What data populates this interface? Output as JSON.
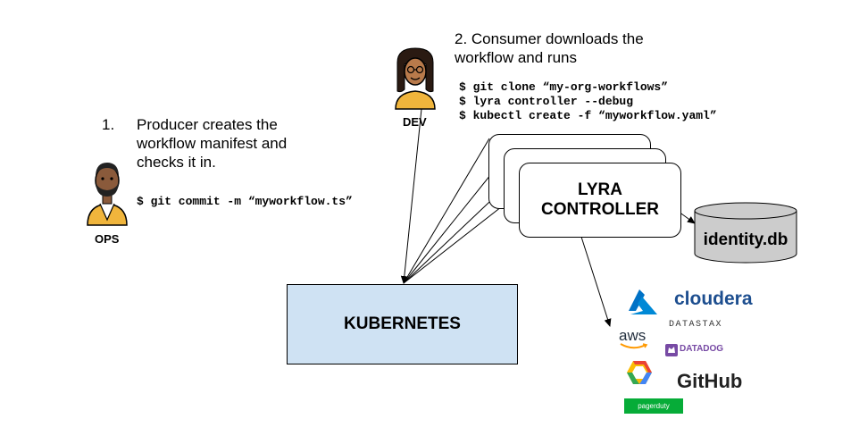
{
  "producer": {
    "number": "1.",
    "text_line1": "Producer creates the",
    "text_line2": "workflow manifest and",
    "text_line3": "checks it in.",
    "command": "$ git commit -m “myworkflow.ts”",
    "role_label": "OPS"
  },
  "consumer": {
    "text_line1": "2. Consumer downloads the",
    "text_line2": "workflow and runs",
    "commands": [
      "$ git clone “my-org-workflows”",
      "$ lyra controller --debug",
      "$ kubectl create -f “myworkflow.yaml”"
    ],
    "role_label": "DEV"
  },
  "kubernetes": {
    "label": "KUBERNETES"
  },
  "controller": {
    "line1": "LYRA",
    "line2": "CONTROLLER"
  },
  "database": {
    "label": "identity.db"
  },
  "logos": {
    "cloudera": "cloudera",
    "datastax": "DATASTAX",
    "aws": "aws",
    "datadog": "DATADOG",
    "github": "GitHub",
    "pagerduty": "pagerduty"
  },
  "colors": {
    "kubernetes_fill": "#cfe2f3",
    "database_fill": "#cccccc",
    "azure": "#0072c6",
    "cloudera": "#1d4e8f",
    "datadog": "#774aa4",
    "pagerduty": "#06ac38",
    "aws_orange": "#ff9900",
    "gcp_yellow": "#fbbc05"
  }
}
